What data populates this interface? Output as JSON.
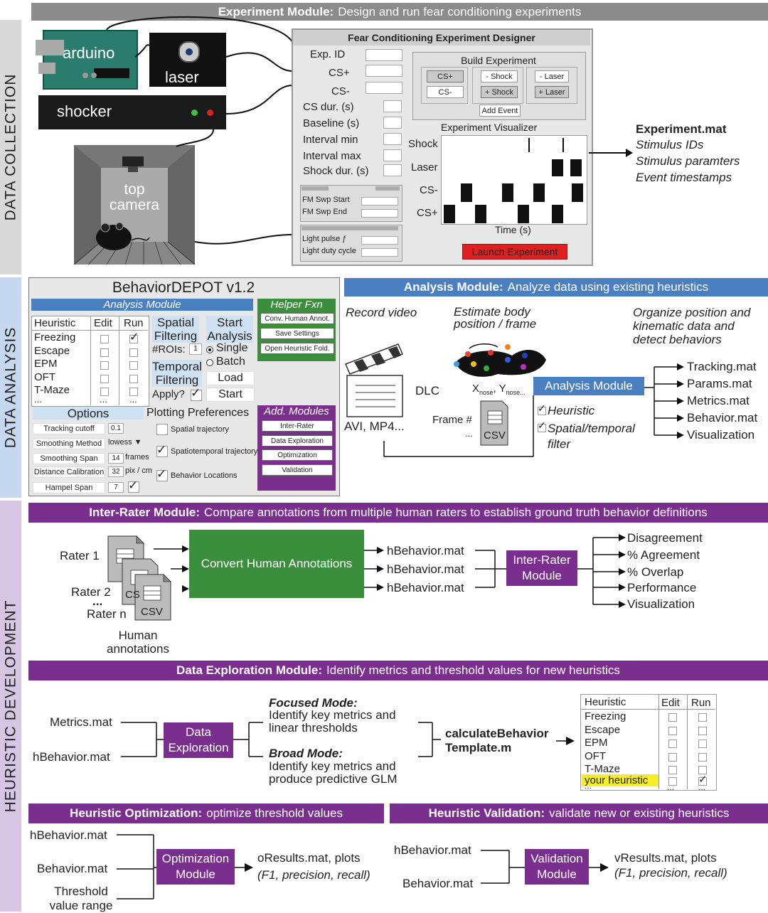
{
  "sides": {
    "collection": "DATA COLLECTION",
    "analysis": "DATA  ANALYSIS",
    "heuristic": "HEURISTIC DEVELOPMENT"
  },
  "experiment_module": {
    "bar_bold": "Experiment Module:",
    "bar_text": "Design and run fear conditioning experiments",
    "hardware": {
      "arduino": "arduino",
      "laser": "laser",
      "shocker": "shocker",
      "camera": "top camera"
    },
    "designer": {
      "title": "Fear Conditioning Experiment Designer",
      "fields": [
        "Exp. ID",
        "CS+",
        "CS-",
        "CS dur. (s)",
        "Baseline (s)",
        "Interval min",
        "Interval max",
        "Shock dur. (s)"
      ],
      "build_title": "Build Experiment",
      "build_buttons": [
        "CS+",
        "CS-",
        "- Shock",
        "+ Shock",
        "- Laser",
        "+ Laser"
      ],
      "add_event": "Add Event",
      "fm_labels": [
        "FM Swp Start",
        "FM Swp End"
      ],
      "light_labels": [
        "Light pulse ƒ",
        "Light duty cycle"
      ],
      "visualizer_title": "Experiment Visualizer",
      "rows": [
        "Shock",
        "Laser",
        "CS-",
        "CS+"
      ],
      "time_label": "Time (s)",
      "launch": "Launch Experiment"
    },
    "outputs": {
      "file": "Experiment.mat",
      "items": [
        "Stimulus IDs",
        "Stimulus paramters",
        "Event timestamps"
      ]
    }
  },
  "behaviordepot": {
    "title": "BehaviorDEPOT v1.2",
    "analysis_header": "Analysis Module",
    "table_head": [
      "Heuristic",
      "Edit",
      "Run"
    ],
    "table_rows": [
      "Freezing",
      "Escape",
      "EPM",
      "OFT",
      "T-Maze",
      "..."
    ],
    "table_more": [
      "...",
      "..."
    ],
    "spatial": "Spatial Filtering",
    "rois": "#ROIs:",
    "rois_val": "1",
    "temporal": "Temporal Filtering",
    "apply": "Apply?",
    "start_analysis": "Start Analysis",
    "single": "Single",
    "batch": "Batch",
    "load": "Load",
    "start": "Start",
    "helper_title": "Helper Fxn",
    "helper_buttons": [
      "Conv. Human Annot.",
      "Save Settings",
      "Open Heuristic Fold."
    ],
    "options_title": "Options",
    "options": [
      {
        "label": "Tracking cutoff",
        "value": "0.1",
        "unit": ""
      },
      {
        "label": "Smoothing Method",
        "value": "lowess ▼",
        "unit": ""
      },
      {
        "label": "Smoothing Span",
        "value": "14",
        "unit": "frames"
      },
      {
        "label": "Distance Calibration",
        "value": "32",
        "unit": "pix / cm"
      },
      {
        "label": "Hampel Span",
        "value": "7",
        "unit": ""
      }
    ],
    "plotting_title": "Plotting Preferences",
    "plotting": [
      "Spatial trajectory",
      "Spatiotemporal trajectory",
      "Behavior Locations"
    ],
    "add_title": "Add. Modules",
    "add_buttons": [
      "Inter-Rater",
      "Data Exploration",
      "Optimization",
      "Validation"
    ]
  },
  "analysis_module": {
    "bar_bold": "Analysis Module:",
    "bar_text": "Analyze data using existing heuristics",
    "record": "Record video",
    "estimate": "Estimate body position / frame",
    "organize": "Organize position and kinematic data and detect behaviors",
    "avi": "AVI, MP4...",
    "dlc": "DLC",
    "xnose": "X",
    "xsub": "nose",
    "ynose": ", Y",
    "ysub": "nose...",
    "frame": "Frame #",
    "dots": "...",
    "csv": "CSV",
    "box": "Analysis Module",
    "heuristic": "Heuristic",
    "filter": "Spatial/temporal filter",
    "outputs": [
      "Tracking.mat",
      "Params.mat",
      "Metrics.mat",
      "Behavior.mat",
      "Visualization"
    ]
  },
  "inter_rater": {
    "bar_bold": "Inter-Rater Module:",
    "bar_text": "Compare annotations from multiple human raters to establish ground truth behavior definitions",
    "raters": [
      "Rater 1",
      "Rater 2",
      "...",
      "Rater n"
    ],
    "csv": "CSV",
    "csv_partial": "CS",
    "human": "Human annotations",
    "convert": "Convert Human Annotations",
    "hbeh": [
      "hBehavior.mat",
      "hBehavior.mat",
      "hBehavior.mat"
    ],
    "module": "Inter-Rater Module",
    "outputs": [
      "Disagreement",
      "% Agreement",
      "% Overlap",
      "Performance",
      "Visualization"
    ]
  },
  "data_exploration": {
    "bar_bold": "Data Exploration Module:",
    "bar_text": "Identify metrics and threshold values for new heuristics",
    "inputs": [
      "Metrics.mat",
      "hBehavior.mat"
    ],
    "module": "Data Exploration",
    "focused_title": "Focused Mode:",
    "focused_text": "Identify key metrics and linear thresholds",
    "broad_title": "Broad Mode:",
    "broad_text": "Identify key metrics and produce predictive GLM",
    "template": "calculateBehavior Template.m",
    "table_head": [
      "Heuristic",
      "Edit",
      "Run"
    ],
    "table_rows": [
      "Freezing",
      "Escape",
      "EPM",
      "OFT",
      "T-Maze"
    ],
    "your": "your heuristic",
    "more": "...",
    "checkmark": "✓"
  },
  "optimization": {
    "bar_bold": "Heuristic Optimization:",
    "bar_text": "optimize threshold values",
    "inputs": [
      "hBehavior.mat",
      "Behavior.mat",
      "Threshold value range"
    ],
    "module": "Optimization Module",
    "output": "oResults.mat, plots",
    "output2": "(F1, precision, recall)"
  },
  "validation": {
    "bar_bold": "Heuristic Validation:",
    "bar_text": "validate new or existing heuristics",
    "inputs": [
      "hBehavior.mat",
      "Behavior.mat"
    ],
    "module": "Validation Module",
    "output": "vResults.mat, plots",
    "output2": "(F1, precision, recall)"
  },
  "colors": {
    "purple": "#7a2f8e",
    "blue": "#4a7fc1",
    "green": "#3b8e3b",
    "gray": "#8c8c8c",
    "red": "#e02020"
  }
}
